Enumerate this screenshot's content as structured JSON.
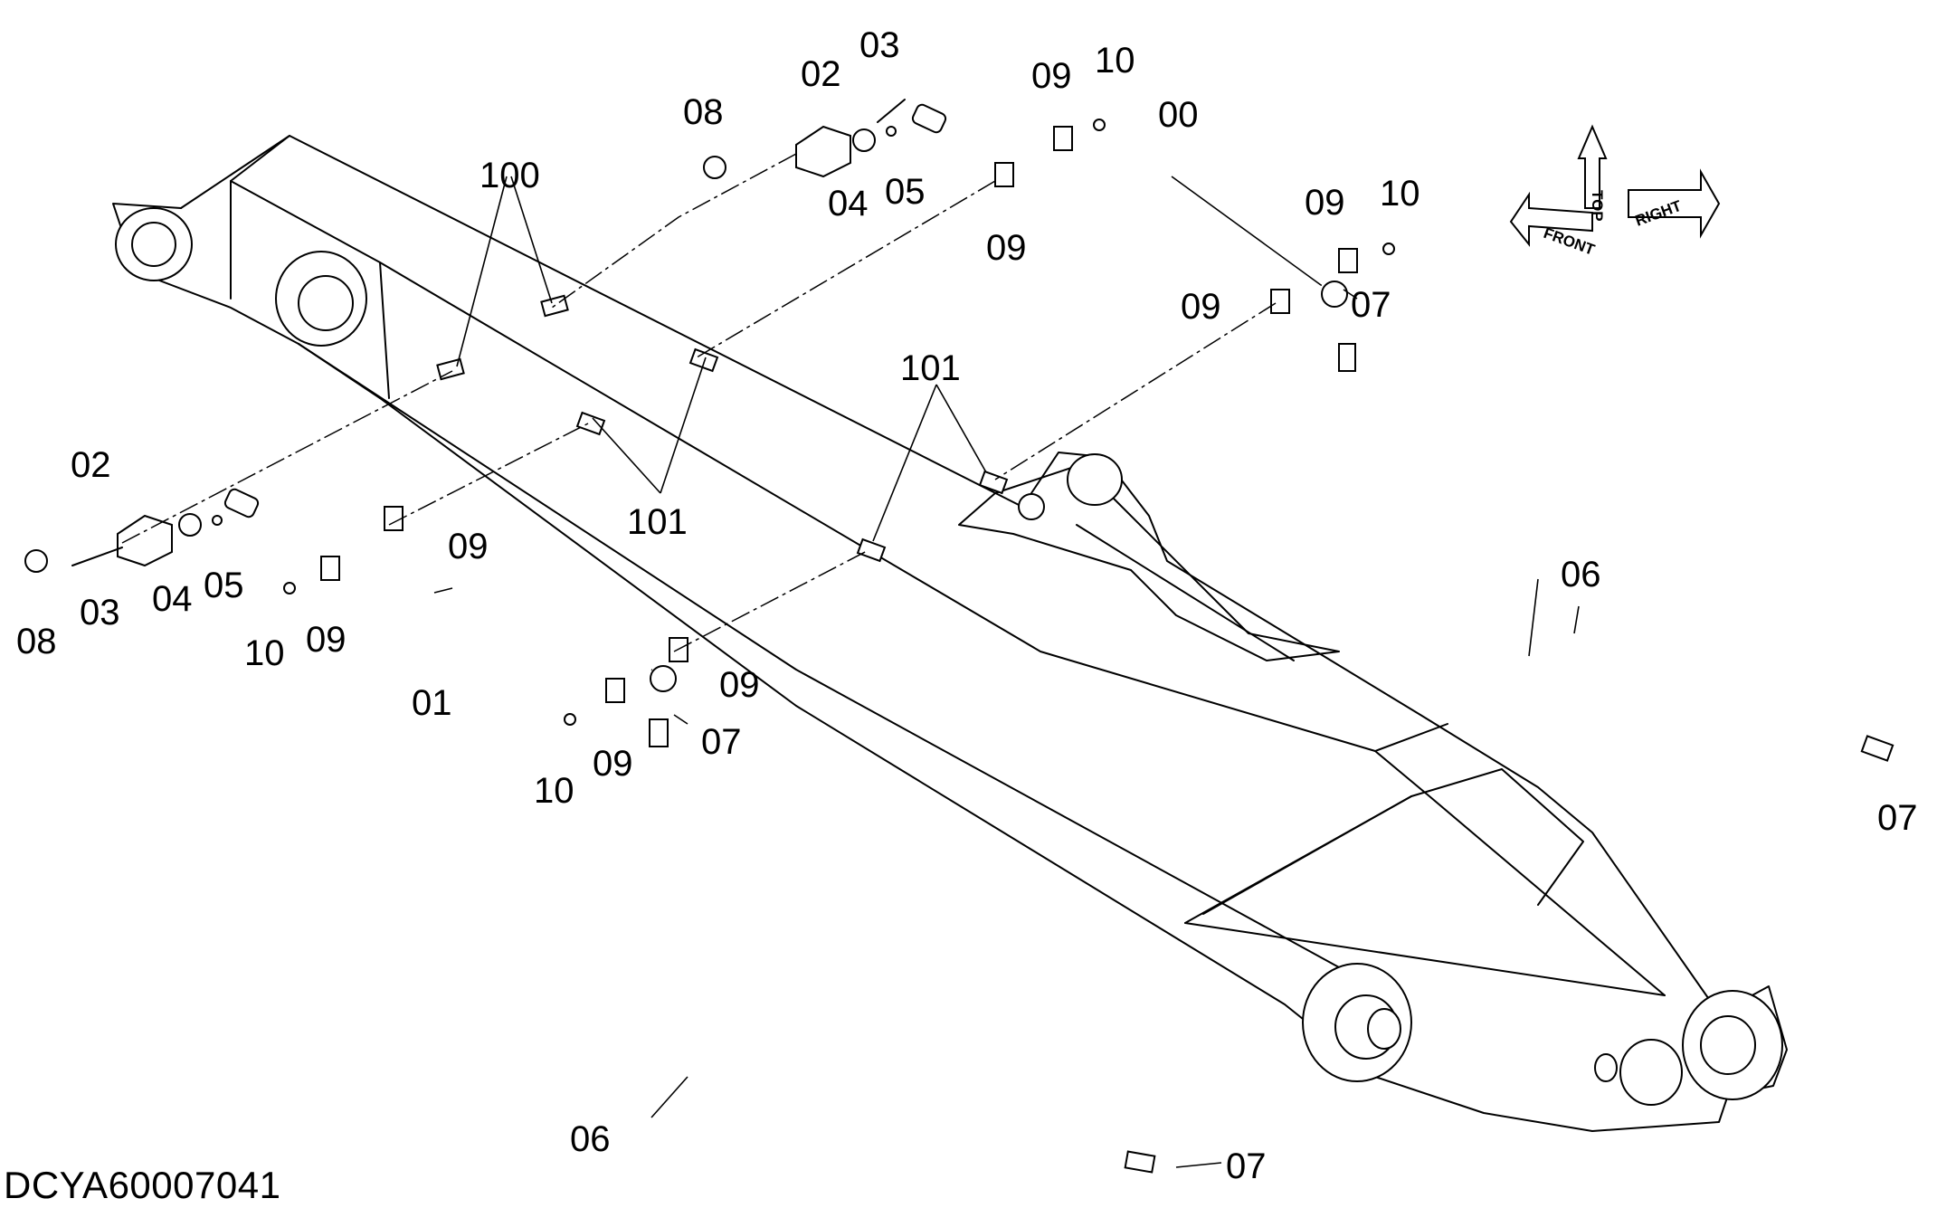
{
  "drawing_id": "DCYA60007041",
  "part_labels": {
    "p00": "00",
    "p01": "01",
    "p02a": "02",
    "p02b": "02",
    "p03a": "03",
    "p03b": "03",
    "p04a": "04",
    "p04b": "04",
    "p05a": "05",
    "p05b": "05",
    "p06a": "06",
    "p06b": "06",
    "p07a": "07",
    "p07b": "07",
    "p07c": "07",
    "p07d": "07",
    "p08a": "08",
    "p08b": "08",
    "p09a": "09",
    "p09b": "09",
    "p09c": "09",
    "p09d": "09",
    "p09e": "09",
    "p09f": "09",
    "p09g": "09",
    "p09h": "09",
    "p10a": "10",
    "p10b": "10",
    "p10c": "10",
    "p10d": "10",
    "p100": "100",
    "p101a": "101",
    "p101b": "101"
  },
  "direction_indicator": {
    "top": "TOP",
    "front": "FRONT",
    "right": "RIGHT"
  }
}
